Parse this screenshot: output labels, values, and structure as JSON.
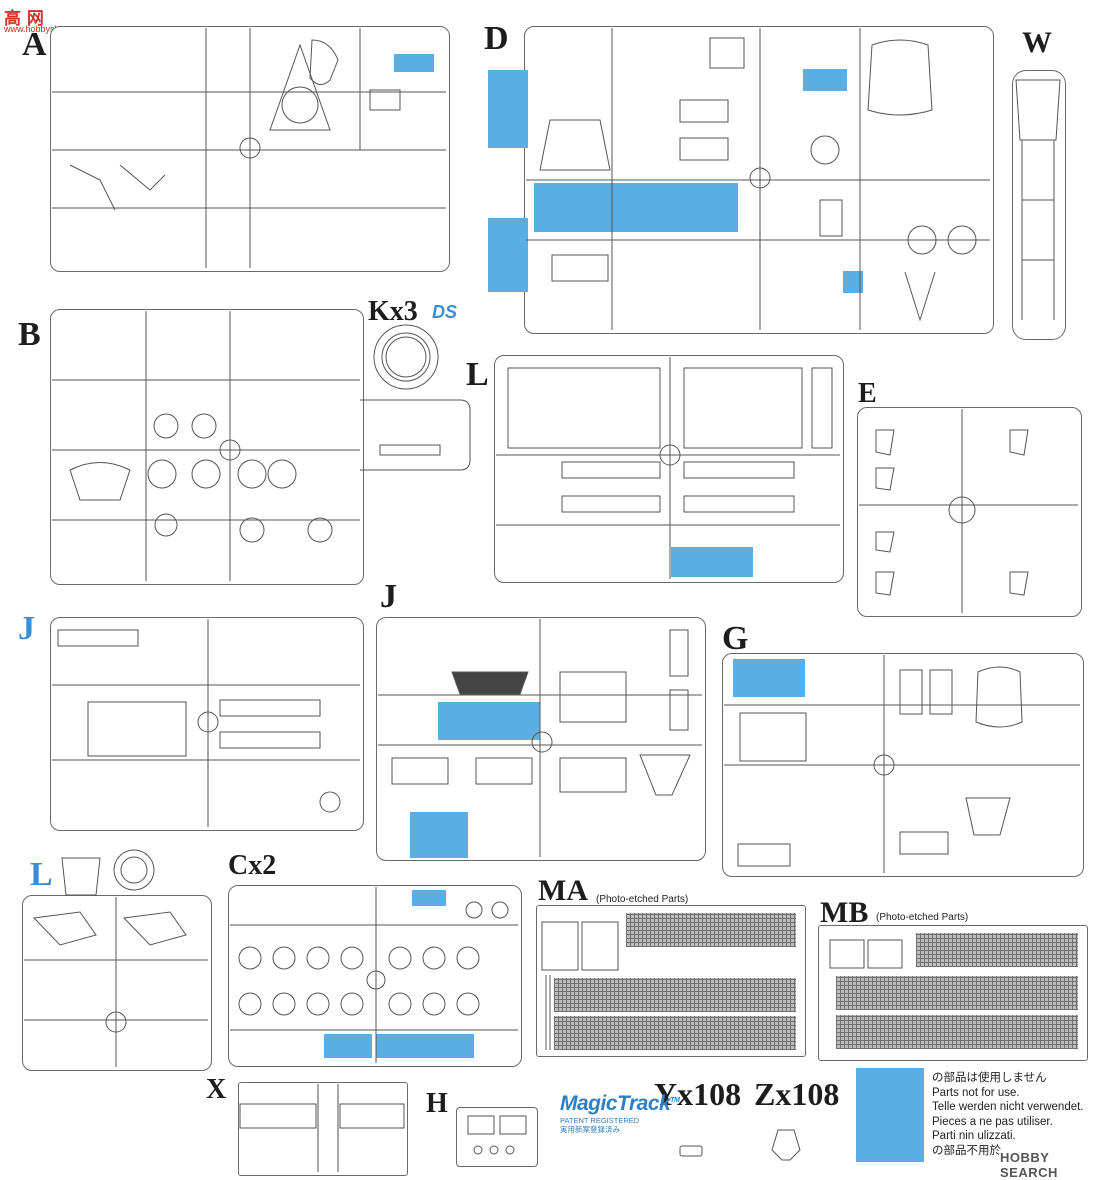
{
  "watermark": {
    "top_left_brand": "高 网",
    "top_left_url": "www.hobbyshop.com.cn",
    "bottom_right": "HOBBY SEARCH"
  },
  "sprues": {
    "A": "A",
    "B": "B",
    "Kx3": "Kx3",
    "Kx3_mark": "DS",
    "D": "D",
    "W": "W",
    "L": "L",
    "E": "E",
    "J_left": "J",
    "J_center": "J",
    "G": "G",
    "L_bottom": "L",
    "Cx2": "Cx2",
    "MA": "MA",
    "MB": "MB",
    "X": "X",
    "H": "H",
    "Yx108": "Yx108",
    "Zx108": "Zx108"
  },
  "photo_etched": {
    "MA": "(Photo-etched Parts)",
    "MB": "(Photo-etched Parts)"
  },
  "logo": {
    "name": "MagicTrack",
    "mark": "TM",
    "line1": "PATENT REGISTERED",
    "line2": "実用新案登録済み"
  },
  "legend": {
    "color": "#5aaee4",
    "lines": [
      "の部品は使用しません",
      "Parts not for use.",
      "Telle werden nicht verwendet.",
      "Pieces a ne pas utiliser.",
      "Parti nin ulizzati.",
      "の部品不用於"
    ]
  }
}
